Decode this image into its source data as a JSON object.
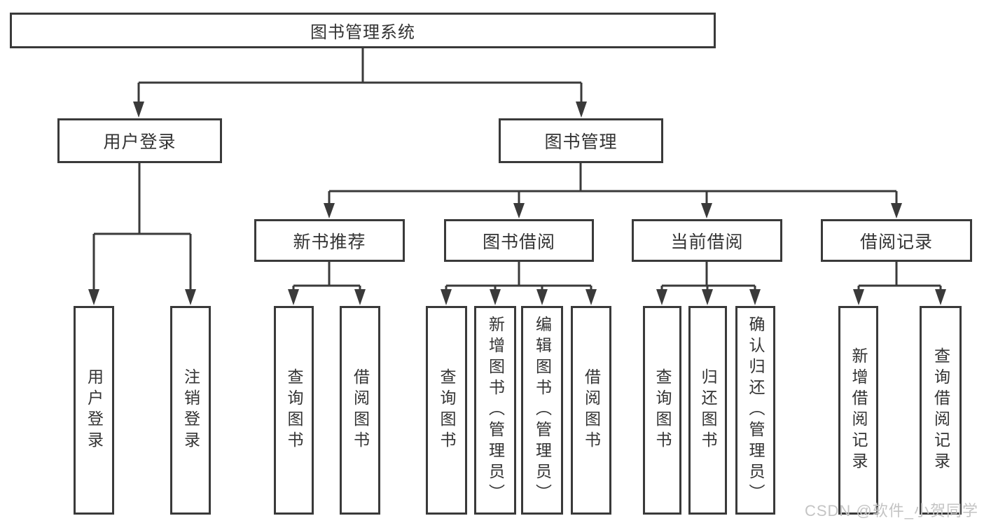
{
  "diagram": {
    "type": "tree-structure-diagram",
    "colors": {
      "line": "#3a3a3a",
      "box_border": "#3a3a3a",
      "text": "#333333",
      "background": "#ffffff",
      "watermark_text_color": "#c4c4c4"
    },
    "nodes": {
      "root": {
        "label": "图书管理系统"
      },
      "user_login": {
        "label": "用户登录"
      },
      "book_management": {
        "label": "图书管理"
      },
      "new_book_recommend": {
        "label": "新书推荐"
      },
      "book_borrowing": {
        "label": "图书借阅"
      },
      "current_borrowing": {
        "label": "当前借阅"
      },
      "borrowing_records": {
        "label": "借阅记录"
      },
      "leaf_user_login": {
        "label": "用户登录"
      },
      "leaf_logout": {
        "label": "注销登录"
      },
      "leaf_query_book_a": {
        "label": "查询图书"
      },
      "leaf_borrow_book_a": {
        "label": "借阅图书"
      },
      "leaf_query_book_b": {
        "label": "查询图书"
      },
      "leaf_add_book": {
        "label": "新增图书（管理员）"
      },
      "leaf_edit_book": {
        "label": "编辑图书（管理员）"
      },
      "leaf_borrow_book_b": {
        "label": "借阅图书"
      },
      "leaf_query_book_c": {
        "label": "查询图书"
      },
      "leaf_return_book": {
        "label": "归还图书"
      },
      "leaf_confirm_return": {
        "label": "确认归还（管理员）"
      },
      "leaf_add_record": {
        "label": "新增借阅记录"
      },
      "leaf_query_record": {
        "label": "查询借阅记录"
      }
    },
    "edges": [
      {
        "from": "root",
        "to": [
          "user_login",
          "book_management"
        ]
      },
      {
        "from": "user_login",
        "to": [
          "leaf_user_login",
          "leaf_logout"
        ]
      },
      {
        "from": "book_management",
        "to": [
          "new_book_recommend",
          "book_borrowing",
          "current_borrowing",
          "borrowing_records"
        ]
      },
      {
        "from": "new_book_recommend",
        "to": [
          "leaf_query_book_a",
          "leaf_borrow_book_a"
        ]
      },
      {
        "from": "book_borrowing",
        "to": [
          "leaf_query_book_b",
          "leaf_add_book",
          "leaf_edit_book",
          "leaf_borrow_book_b"
        ]
      },
      {
        "from": "current_borrowing",
        "to": [
          "leaf_query_book_c",
          "leaf_return_book",
          "leaf_confirm_return"
        ]
      },
      {
        "from": "borrowing_records",
        "to": [
          "leaf_add_record",
          "leaf_query_record"
        ]
      }
    ],
    "watermark": "CSDN @软件_小贺同学"
  }
}
